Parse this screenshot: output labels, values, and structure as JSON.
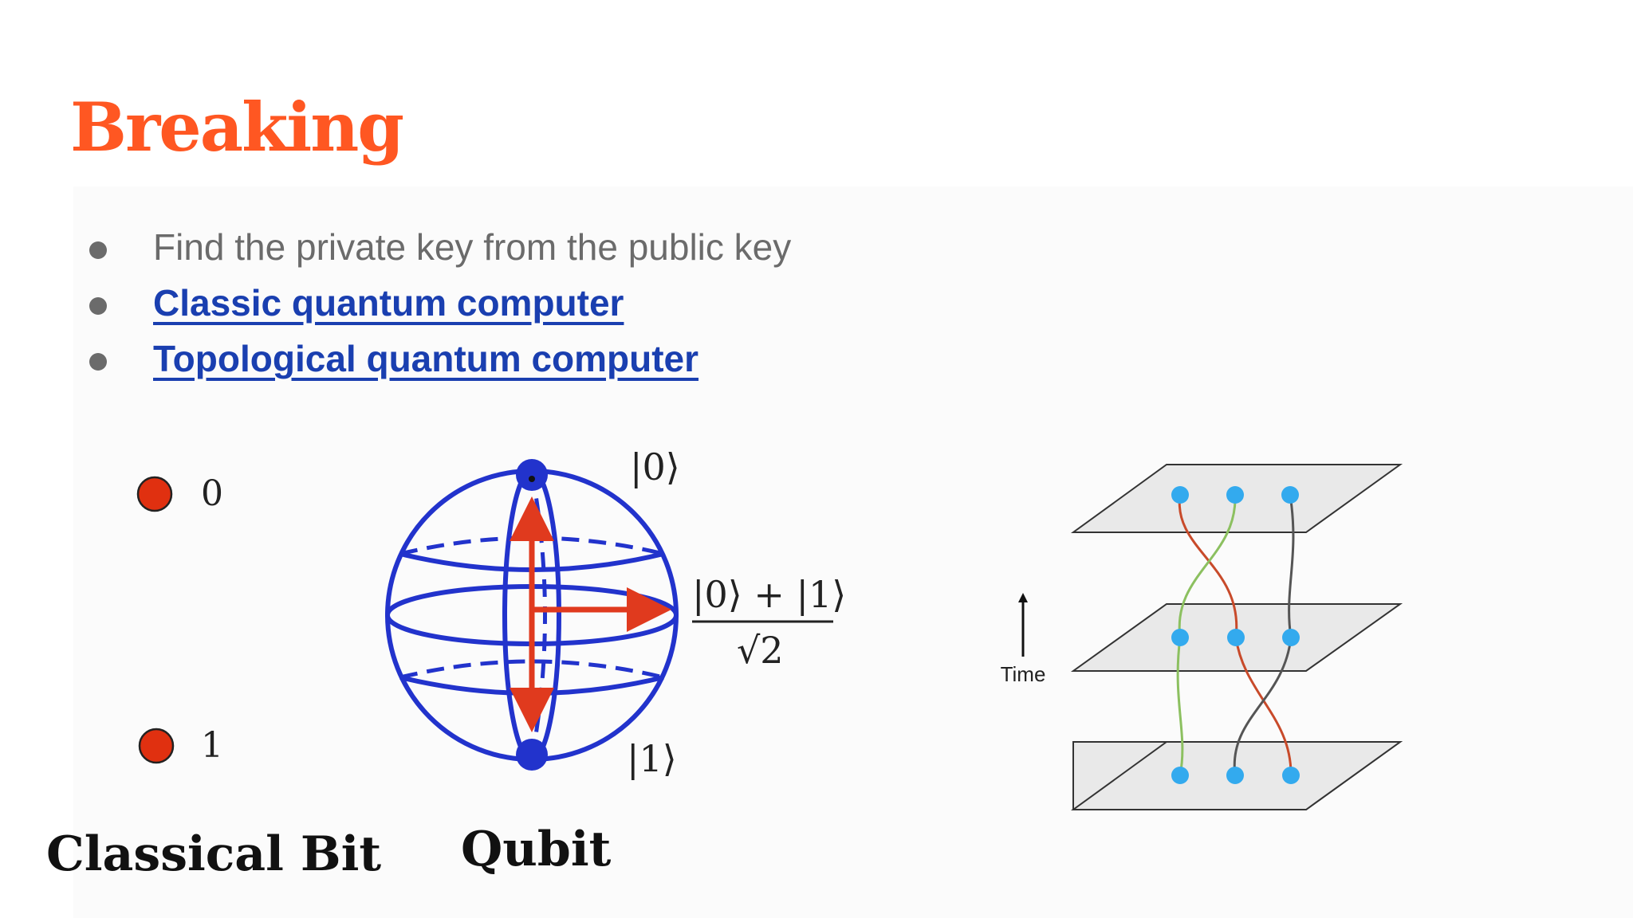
{
  "slide": {
    "title": "Breaking",
    "bullets": [
      {
        "text": "Find the private key from the public key",
        "is_link": false
      },
      {
        "text": "Classic quantum computer",
        "is_link": true
      },
      {
        "text": "Topological quantum computer",
        "is_link": true
      }
    ]
  },
  "figure_bits": {
    "bit_zero_label": "0",
    "bit_one_label": "1",
    "classical_caption": "Classical Bit",
    "qubit_caption": "Qubit",
    "ket_zero": "|0⟩",
    "ket_one": "|1⟩",
    "superposition_numerator": "|0⟩ + |1⟩",
    "superposition_denominator": "√2"
  },
  "figure_braid": {
    "time_label": "Time"
  },
  "colors": {
    "title": "#ff5722",
    "link": "#1a3fb0",
    "bullet_text": "#6b6b6b",
    "bit_red": "#e03010",
    "sphere_blue": "#2233cc",
    "arrow_red": "#e03a1e",
    "anyon_blue": "#33aaee",
    "strand_red": "#c84a2a",
    "strand_green": "#8cc060",
    "strand_gray": "#555555"
  }
}
